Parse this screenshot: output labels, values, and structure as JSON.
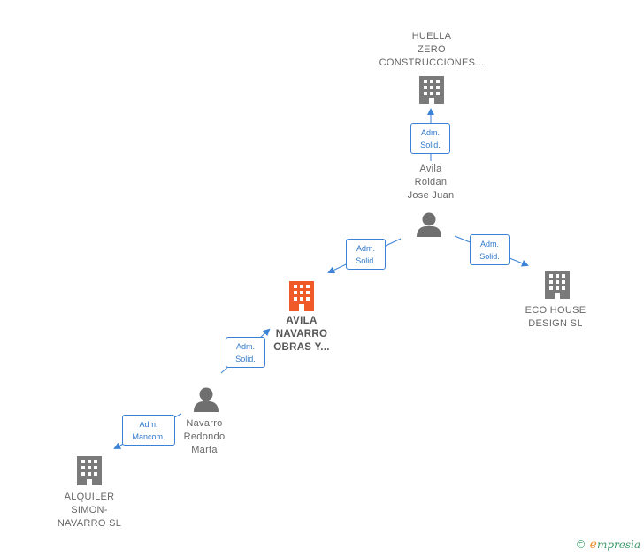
{
  "nodes": {
    "huella": {
      "lines": [
        "HUELLA",
        "ZERO",
        "CONSTRUCCIONES..."
      ],
      "type": "company"
    },
    "avila_roldan": {
      "lines": [
        "Avila",
        "Roldan",
        "Jose Juan"
      ],
      "type": "person"
    },
    "eco_house": {
      "lines": [
        "ECO HOUSE",
        "DESIGN  SL"
      ],
      "type": "company"
    },
    "avila_navarro": {
      "lines": [
        "AVILA",
        "NAVARRO",
        "OBRAS Y..."
      ],
      "type": "company-main"
    },
    "navarro_redondo": {
      "lines": [
        "Navarro",
        "Redondo",
        "Marta"
      ],
      "type": "person"
    },
    "alquiler": {
      "lines": [
        "ALQUILER",
        "SIMON-",
        "NAVARRO  SL"
      ],
      "type": "company"
    }
  },
  "relations": [
    {
      "id": "r1",
      "lines": [
        "Adm.",
        "Solid."
      ]
    },
    {
      "id": "r2",
      "lines": [
        "Adm.",
        "Solid."
      ]
    },
    {
      "id": "r3",
      "lines": [
        "Adm.",
        "Solid."
      ]
    },
    {
      "id": "r4",
      "lines": [
        "Adm.",
        "Solid."
      ]
    },
    {
      "id": "r5",
      "lines": [
        "Adm.",
        "Mancom."
      ]
    }
  ],
  "colors": {
    "edge": "#3b82d6",
    "building": "#7a7a7a",
    "building_main": "#f05a28",
    "person": "#6f6f6f"
  },
  "footer": {
    "copyright_symbol": "©",
    "brand_first": "e",
    "brand_rest": "mpresia"
  }
}
